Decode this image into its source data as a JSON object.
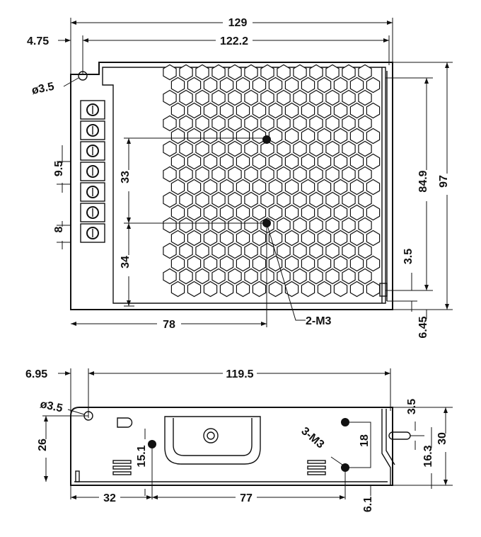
{
  "top_view": {
    "overall_length": "129",
    "hole_offset": "4.75",
    "hole_spacing_length": "122.2",
    "hole_diameter": "ø3.5",
    "terminal_pitch": "9.5",
    "terminal_width": "8",
    "hole_vertical_upper": "33",
    "hole_vertical_lower": "34",
    "hole_horizontal": "78",
    "mount_holes": "2-M3",
    "inner_height": "84.9",
    "overall_width": "97",
    "edge_offset": "3.5",
    "bottom_offset": "6.45"
  },
  "side_view": {
    "hole_offset": "6.95",
    "hole_spacing_length": "119.5",
    "hole_diameter": "ø3.5",
    "hole_height": "26",
    "hole_height_small": "15.1",
    "hole_from_left": "32",
    "hole_spacing": "77",
    "mount_holes": "3-M3",
    "hole_vertical_spacing": "18",
    "top_offset": "3.5",
    "bracket_height": "16.3",
    "overall_height": "30",
    "bottom_offset": "6.1"
  }
}
